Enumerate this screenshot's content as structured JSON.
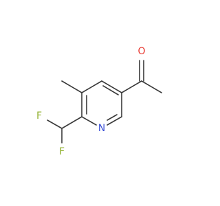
{
  "molecule": {
    "atoms": [
      {
        "id": "O",
        "label": "O",
        "color": "#e8372f"
      },
      {
        "id": "N",
        "label": "N",
        "color": "#3a4fd6"
      },
      {
        "id": "F1",
        "label": "F",
        "color": "#8fb02c"
      },
      {
        "id": "F2",
        "label": "F",
        "color": "#8fb02c"
      }
    ],
    "bond_color": "#3a3a3a"
  }
}
